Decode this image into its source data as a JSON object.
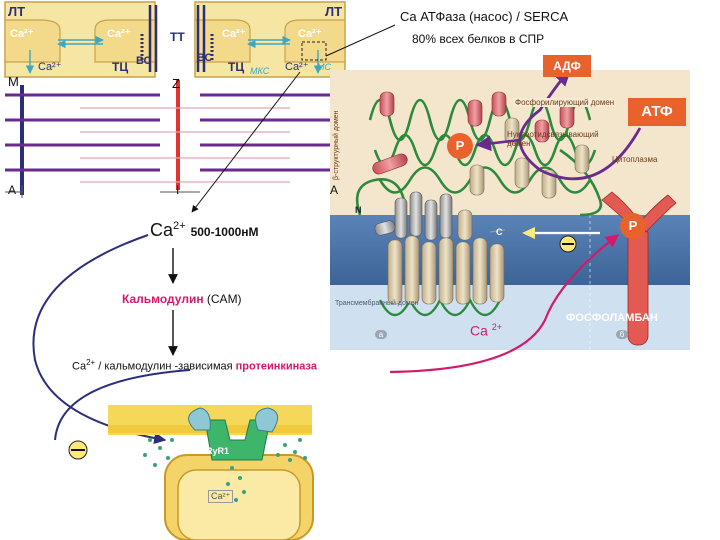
{
  "top_left_panel": {
    "lt": "ЛТ",
    "ca_left": "Ca²⁺",
    "ca_right": "Ca²⁺",
    "ca_bottom": "Ca²⁺",
    "tc": "ТЦ",
    "vs": "ВС"
  },
  "top_right_panel": {
    "tt": "ТТ",
    "ca_left": "Ca²⁺",
    "ca_right": "Ca²⁺",
    "ca_bottom": "Ca²⁺",
    "vs": "ВС",
    "tc": "ТЦ",
    "mks": "МКС",
    "ms": "МС",
    "lt": "ЛТ"
  },
  "sarcomere": {
    "m": "M",
    "z": "Z",
    "a_left": "A",
    "i": "I",
    "a_right": "A"
  },
  "serca_header": {
    "title": "Ca АТФаза (насос) / SERCA",
    "subtitle": "80% всех белков в СПР"
  },
  "pathway": {
    "ca_symbol": "Ca",
    "ca_sup": "2+",
    "ca_conc": "500-1000нМ",
    "calmodulin_name": "Кальмодулин",
    "calmodulin_abbr": " (CAM)",
    "kinase_prefix": "Ca",
    "kinase_sup": "2+",
    "kinase_middle": " / кальмодулин -зависимая ",
    "kinase_name": "протеинкиназа"
  },
  "serca_panel": {
    "adp": "АДФ",
    "atp": "АТФ",
    "p_left": "P",
    "p_right": "P",
    "beta_domain": "β-структурный домен",
    "phosphorylation_domain": "Фосфорилирующий домен",
    "nucleotide_domain": "Нуклеотидсвязывающий домен",
    "cytoplasm": "Цитоплазма",
    "n_terminus": "N",
    "c_terminus": "C",
    "transmembrane_domain": "Трансмембранный домен",
    "ca_out": "Ca",
    "ca_out_sup": "2+",
    "phospholamban": "ФОСФОЛАМБАН",
    "panel_a": "а",
    "panel_b": "б"
  },
  "ryr_panel": {
    "ryr": "RyR1",
    "ca": "Ca²⁺"
  },
  "colors": {
    "navy": "#2b2e7a",
    "magenta": "#d6186c",
    "purple": "#7a2d8c",
    "panel_yellow": "#f5e6a3",
    "cyan_label": "#3aa7c8",
    "orange_tag": "#e9622b",
    "membrane_blue": "#4b74a9"
  }
}
